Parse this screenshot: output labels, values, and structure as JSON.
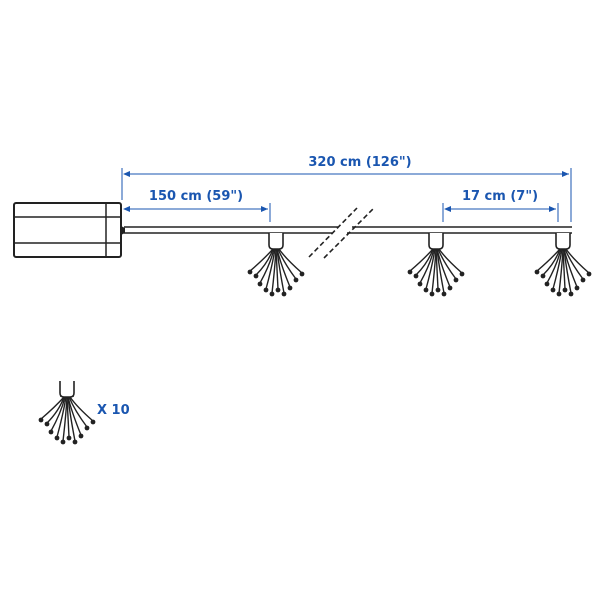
{
  "dimensions": {
    "total_length": "320 cm (126\")",
    "first_segment": "150 cm (59\")",
    "spacing": "17 cm (7\")"
  },
  "legend": {
    "quantity": "X 10"
  },
  "colors": {
    "dimension": "#1a56b0",
    "line": "#222222"
  }
}
